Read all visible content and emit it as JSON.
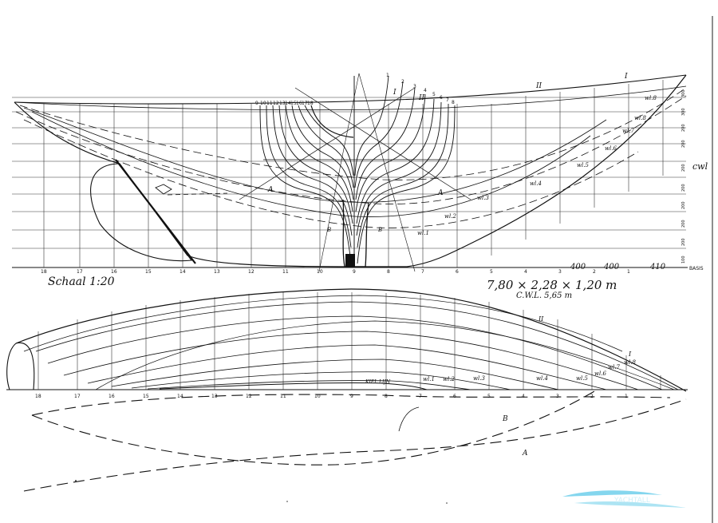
{
  "drawing": {
    "scale_note": "Schaal 1:20",
    "dimensions": "7,80 × 2,28 × 1,20 m",
    "cwl_length": "C.W.L. 5,65 m",
    "cwl_label": "cwl",
    "basis_label": "BASIS",
    "kiel_label": "KIEL LIJN",
    "section_labels": [
      "A",
      "A",
      "B",
      "B",
      "B",
      "A"
    ],
    "diagonal_labels": [
      "I",
      "II",
      "I",
      "II"
    ],
    "station_numbers_profile": [
      "18",
      "17",
      "16",
      "15",
      "14",
      "13",
      "12",
      "11",
      "10",
      "9",
      "8",
      "7",
      "6",
      "5",
      "4",
      "3",
      "2",
      "1"
    ],
    "station_numbers_plan": [
      "18",
      "17",
      "16",
      "15",
      "14",
      "13",
      "12",
      "11",
      "10",
      "9",
      "8",
      "7",
      "6",
      "5",
      "4",
      "3",
      "2",
      "1"
    ],
    "body_plan_numbers_top_left": [
      "9",
      "10",
      "11",
      "12",
      "13",
      "14",
      "15",
      "16",
      "17",
      "18"
    ],
    "body_plan_numbers_top_right": [
      "1",
      "2",
      "3",
      "4",
      "5",
      "6",
      "7",
      "8"
    ],
    "waterlines_profile": [
      "wl.8",
      "wl.7",
      "wl.6",
      "wl.5",
      "wl.4",
      "wl.3",
      "wl.2",
      "wl.1"
    ],
    "waterlines_plan": [
      "wl.1",
      "wl.2",
      "wl.3",
      "wl.4",
      "wl.5",
      "wl.6",
      "wl.7",
      "wl.8"
    ],
    "right_scale_marks": [
      "300",
      "300",
      "200",
      "200",
      "200",
      "200",
      "200",
      "200",
      "200",
      "100"
    ],
    "bottom_spacings": [
      "400",
      "400",
      "410"
    ],
    "watermark": "YACHTALL"
  }
}
